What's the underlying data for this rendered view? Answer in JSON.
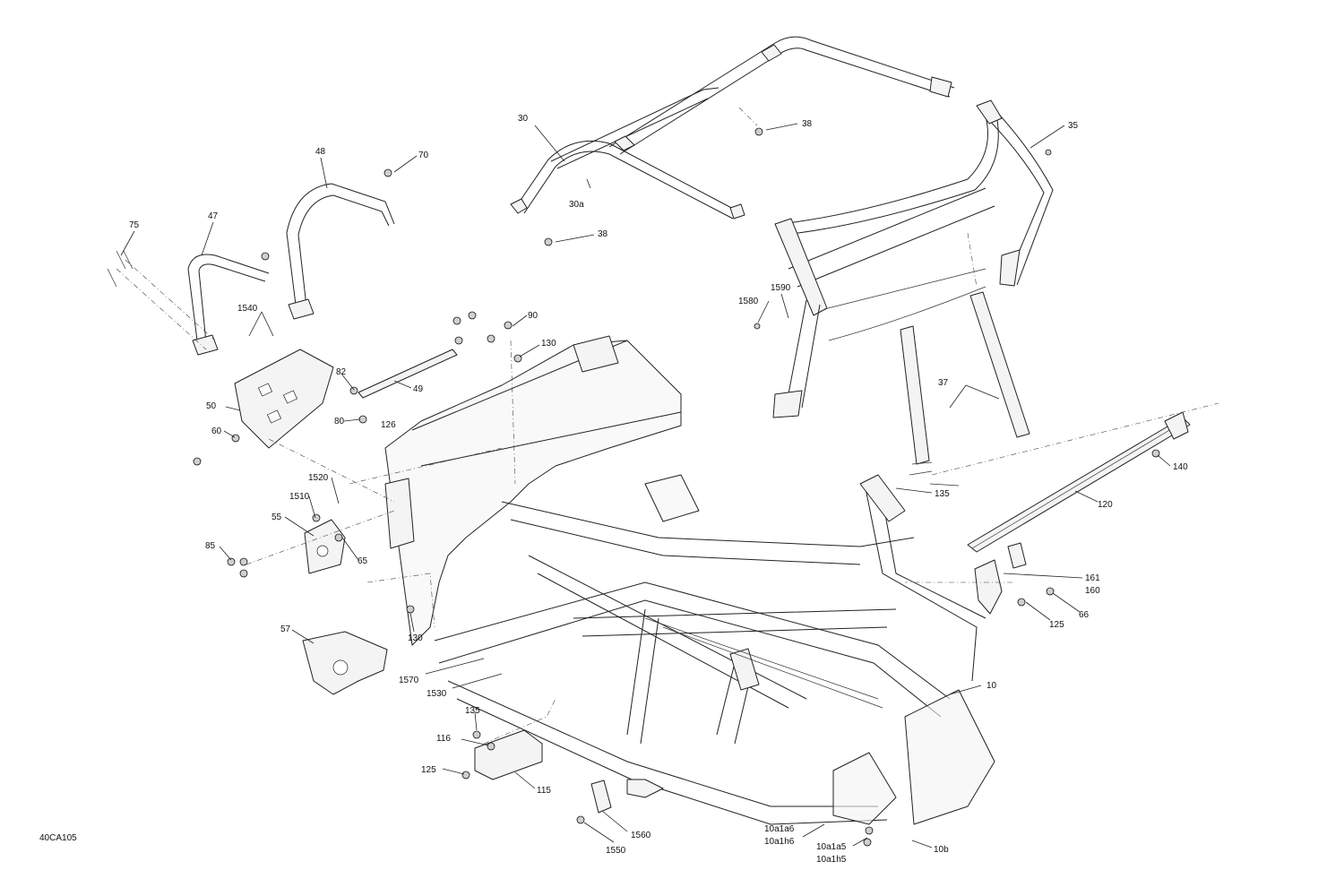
{
  "diagram": {
    "reference_code": "40CA105",
    "callouts": [
      {
        "id": "c30",
        "label": "30"
      },
      {
        "id": "c30a",
        "label": "30a"
      },
      {
        "id": "c38a",
        "label": "38"
      },
      {
        "id": "c38b",
        "label": "38"
      },
      {
        "id": "c35",
        "label": "35"
      },
      {
        "id": "c48",
        "label": "48"
      },
      {
        "id": "c70",
        "label": "70"
      },
      {
        "id": "c47",
        "label": "47"
      },
      {
        "id": "c75",
        "label": "75"
      },
      {
        "id": "c1540",
        "label": "1540"
      },
      {
        "id": "c90",
        "label": "90"
      },
      {
        "id": "c130a",
        "label": "130"
      },
      {
        "id": "c82",
        "label": "82"
      },
      {
        "id": "c49",
        "label": "49"
      },
      {
        "id": "c80",
        "label": "80"
      },
      {
        "id": "c126",
        "label": "126"
      },
      {
        "id": "c50",
        "label": "50"
      },
      {
        "id": "c60",
        "label": "60"
      },
      {
        "id": "c1580",
        "label": "1580"
      },
      {
        "id": "c1590",
        "label": "1590"
      },
      {
        "id": "c37",
        "label": "37"
      },
      {
        "id": "c140",
        "label": "140"
      },
      {
        "id": "c135a",
        "label": "135"
      },
      {
        "id": "c120",
        "label": "120"
      },
      {
        "id": "c1520",
        "label": "1520"
      },
      {
        "id": "c1510",
        "label": "1510"
      },
      {
        "id": "c55",
        "label": "55"
      },
      {
        "id": "c85",
        "label": "85"
      },
      {
        "id": "c65",
        "label": "65"
      },
      {
        "id": "c161",
        "label": "161"
      },
      {
        "id": "c160",
        "label": "160"
      },
      {
        "id": "c66",
        "label": "66"
      },
      {
        "id": "c125a",
        "label": "125"
      },
      {
        "id": "c57",
        "label": "57"
      },
      {
        "id": "c130b",
        "label": "130"
      },
      {
        "id": "c1570",
        "label": "1570"
      },
      {
        "id": "c1530",
        "label": "1530"
      },
      {
        "id": "c10",
        "label": "10"
      },
      {
        "id": "c135b",
        "label": "135"
      },
      {
        "id": "c116",
        "label": "116"
      },
      {
        "id": "c125b",
        "label": "125"
      },
      {
        "id": "c115",
        "label": "115"
      },
      {
        "id": "c1560",
        "label": "1560"
      },
      {
        "id": "c1550",
        "label": "1550"
      },
      {
        "id": "c10a1a6",
        "label": "10a1a6"
      },
      {
        "id": "c10a1h6",
        "label": "10a1h6"
      },
      {
        "id": "c10a1a5",
        "label": "10a1a5"
      },
      {
        "id": "c10a1h5",
        "label": "10a1h5"
      },
      {
        "id": "c10b",
        "label": "10b"
      }
    ]
  }
}
